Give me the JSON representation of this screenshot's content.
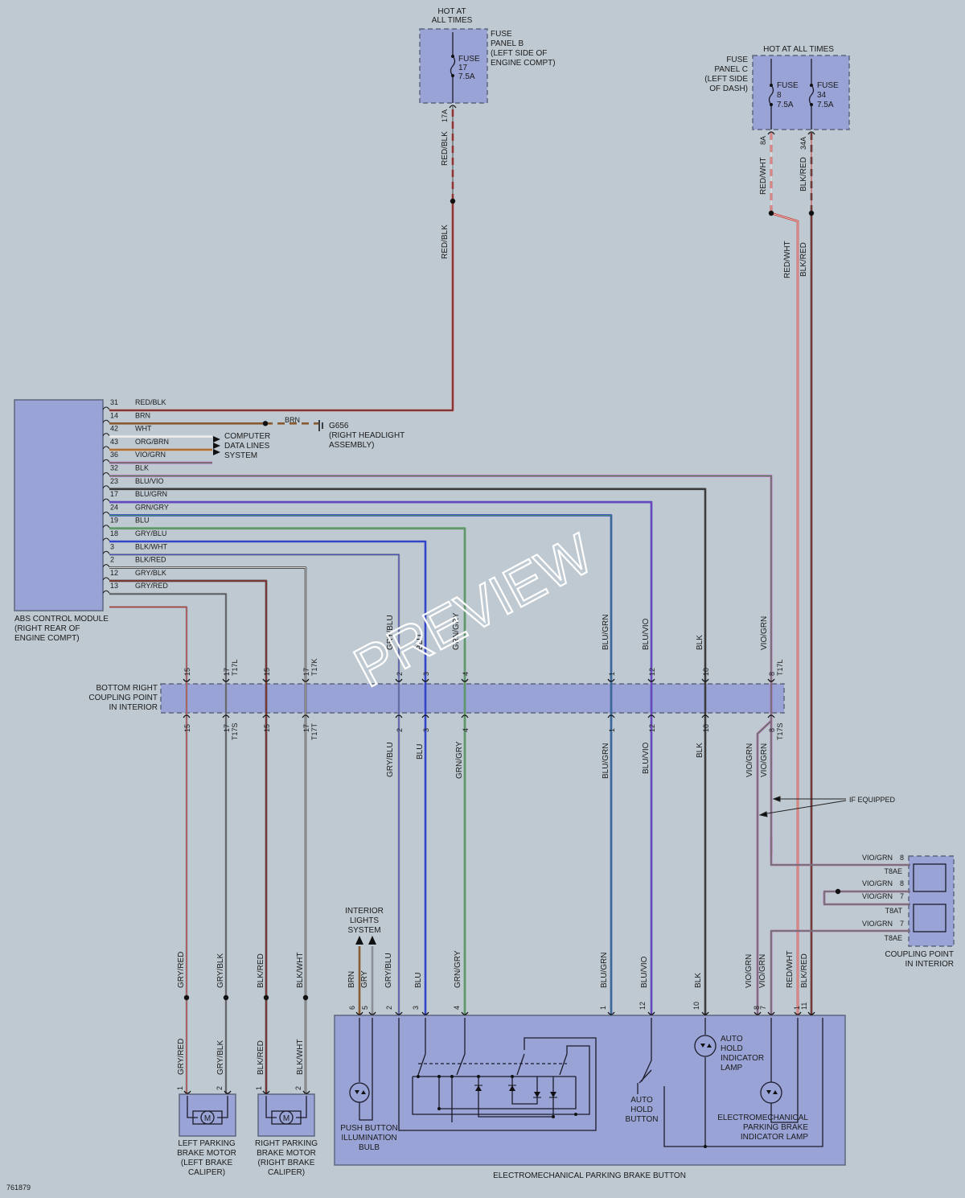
{
  "diagram_id": "761879",
  "watermark": "PREVIEW",
  "colors": {
    "background": "#bfc9d1",
    "component_fill": "#99a3d6",
    "RED": "#c8322e",
    "BRN": "#8a5a30",
    "WHT": "#eeeeee",
    "ORG": "#d27e33",
    "VIO": "#b04aa8",
    "BLK": "#3b3b3b",
    "BLU": "#3345c9",
    "GRN": "#3f9a47",
    "GRY": "#8c8f98"
  },
  "labels": {
    "hot_left": [
      "HOT AT",
      "ALL TIMES"
    ],
    "fuse_panel_b": [
      "FUSE",
      "PANEL B",
      "(LEFT SIDE OF",
      "ENGINE COMPT)"
    ],
    "fuse17": [
      "FUSE",
      "17",
      "7.5A"
    ],
    "term17a": "17A",
    "hot_right": "HOT AT ALL TIMES",
    "fuse_panel_c": [
      "FUSE",
      "PANEL C",
      "(LEFT SIDE",
      "OF DASH)"
    ],
    "fuse8": [
      "FUSE",
      "8",
      "7.5A"
    ],
    "fuse34": [
      "FUSE",
      "34",
      "7.5A"
    ],
    "term8a": "8A",
    "term34a": "34A",
    "abs_module": [
      "ABS CONTROL MODULE",
      "(RIGHT REAR OF",
      "ENGINE COMPT)"
    ],
    "computer_data": [
      "COMPUTER",
      "DATA LINES",
      "SYSTEM"
    ],
    "ground": [
      "G656",
      "(RIGHT HEADLIGHT",
      "ASSEMBLY)"
    ],
    "coupling_bottom": [
      "BOTTOM RIGHT",
      "COUPLING POINT",
      "IN INTERIOR"
    ],
    "if_equipped": "IF EQUIPPED",
    "coupling_interior": [
      "COUPLING POINT",
      "IN INTERIOR"
    ],
    "interior_lights": [
      "INTERIOR",
      "LIGHTS",
      "SYSTEM"
    ],
    "left_motor": [
      "LEFT PARKING",
      "BRAKE MOTOR",
      "(LEFT BRAKE",
      "CALIPER)"
    ],
    "right_motor": [
      "RIGHT PARKING",
      "BRAKE MOTOR",
      "(RIGHT BRAKE",
      "CALIPER)"
    ],
    "push_bulb": [
      "PUSH BUTTON",
      "ILLUMINATION",
      "BULB"
    ],
    "auto_hold_button": [
      "AUTO",
      "HOLD",
      "BUTTON"
    ],
    "auto_hold_lamp": [
      "AUTO",
      "HOLD",
      "INDICATOR",
      "LAMP"
    ],
    "epb_lamp": [
      "ELECTROMECHANICAL",
      "PARKING BRAKE",
      "INDICATOR LAMP"
    ],
    "epb_button": "ELECTROMECHANICAL PARKING BRAKE BUTTON",
    "motor_symbol": "M"
  },
  "abs_pins": [
    {
      "pin": "31",
      "wire": "RED/BLK"
    },
    {
      "pin": "14",
      "wire": "BRN"
    },
    {
      "pin": "42",
      "wire": "WHT"
    },
    {
      "pin": "43",
      "wire": "ORG/BRN"
    },
    {
      "pin": "36",
      "wire": "VIO/GRN"
    },
    {
      "pin": "32",
      "wire": "BLK"
    },
    {
      "pin": "23",
      "wire": "BLU/VIO"
    },
    {
      "pin": "17",
      "wire": "BLU/GRN"
    },
    {
      "pin": "24",
      "wire": "GRN/GRY"
    },
    {
      "pin": "19",
      "wire": "BLU"
    },
    {
      "pin": "18",
      "wire": "GRY/BLU"
    },
    {
      "pin": "3",
      "wire": "BLK/WHT"
    },
    {
      "pin": "2",
      "wire": "BLK/RED"
    },
    {
      "pin": "12",
      "wire": "GRY/BLK"
    },
    {
      "pin": "13",
      "wire": "GRY/RED"
    }
  ],
  "wire_labels": {
    "red_blk": "RED/BLK",
    "brn": "BRN",
    "red_wht": "RED/WHT",
    "blk_red": "BLK/RED",
    "gry_red": "GRY/RED",
    "gry_blk": "GRY/BLK",
    "blk_wht": "BLK/WHT",
    "gry_blu": "GRY/BLU",
    "blu": "BLU",
    "grn_gry": "GRN/GRY",
    "blu_grn": "BLU/GRN",
    "blu_vio": "BLU/VIO",
    "blk": "BLK",
    "vio_grn": "VIO/GRN",
    "gry": "GRY"
  },
  "coupling_pins": {
    "top": [
      {
        "pin": "15",
        "conn": ""
      },
      {
        "pin": "17",
        "conn": "T17L"
      },
      {
        "pin": "15",
        "conn": ""
      },
      {
        "pin": "17",
        "conn": "T17K"
      },
      {
        "pin": "2",
        "conn": ""
      },
      {
        "pin": "3",
        "conn": ""
      },
      {
        "pin": "4",
        "conn": ""
      },
      {
        "pin": "1",
        "conn": ""
      },
      {
        "pin": "12",
        "conn": ""
      },
      {
        "pin": "10",
        "conn": ""
      },
      {
        "pin": "8",
        "conn": "T17L"
      }
    ],
    "bottom": [
      {
        "pin": "15",
        "conn": ""
      },
      {
        "pin": "17",
        "conn": "T17S"
      },
      {
        "pin": "15",
        "conn": ""
      },
      {
        "pin": "17",
        "conn": "T17T"
      },
      {
        "pin": "2",
        "conn": ""
      },
      {
        "pin": "3",
        "conn": ""
      },
      {
        "pin": "4",
        "conn": ""
      },
      {
        "pin": "1",
        "conn": ""
      },
      {
        "pin": "12",
        "conn": ""
      },
      {
        "pin": "10",
        "conn": ""
      },
      {
        "pin": "8",
        "conn": "T17S"
      }
    ]
  },
  "t8_coupling": [
    {
      "wire": "VIO/GRN",
      "pin": "8",
      "conn": "T8AE"
    },
    {
      "wire": "VIO/GRN",
      "pin": "8",
      "conn": ""
    },
    {
      "wire": "VIO/GRN",
      "pin": "7",
      "conn": "T8AT"
    },
    {
      "wire": "VIO/GRN",
      "pin": "7",
      "conn": "T8AE"
    }
  ],
  "motor_pins": {
    "left": [
      "1",
      "2"
    ],
    "right": [
      "1",
      "2"
    ]
  },
  "button_pins": [
    {
      "pin": "6",
      "wire": "BRN"
    },
    {
      "pin": "5",
      "wire": "GRY"
    },
    {
      "pin": "2",
      "wire": "GRY/BLU"
    },
    {
      "pin": "3",
      "wire": "BLU"
    },
    {
      "pin": "4",
      "wire": "GRN/GRY"
    },
    {
      "pin": "1",
      "wire": "BLU/GRN"
    },
    {
      "pin": "12",
      "wire": "BLU/VIO"
    },
    {
      "pin": "10",
      "wire": "BLK"
    },
    {
      "pin": "8",
      "wire": "VIO/GRN"
    },
    {
      "pin": "7",
      "wire": "VIO/GRN"
    },
    {
      "pin": "1",
      "wire": "RED/WHT"
    },
    {
      "pin": "11",
      "wire": "BLK/RED"
    }
  ]
}
